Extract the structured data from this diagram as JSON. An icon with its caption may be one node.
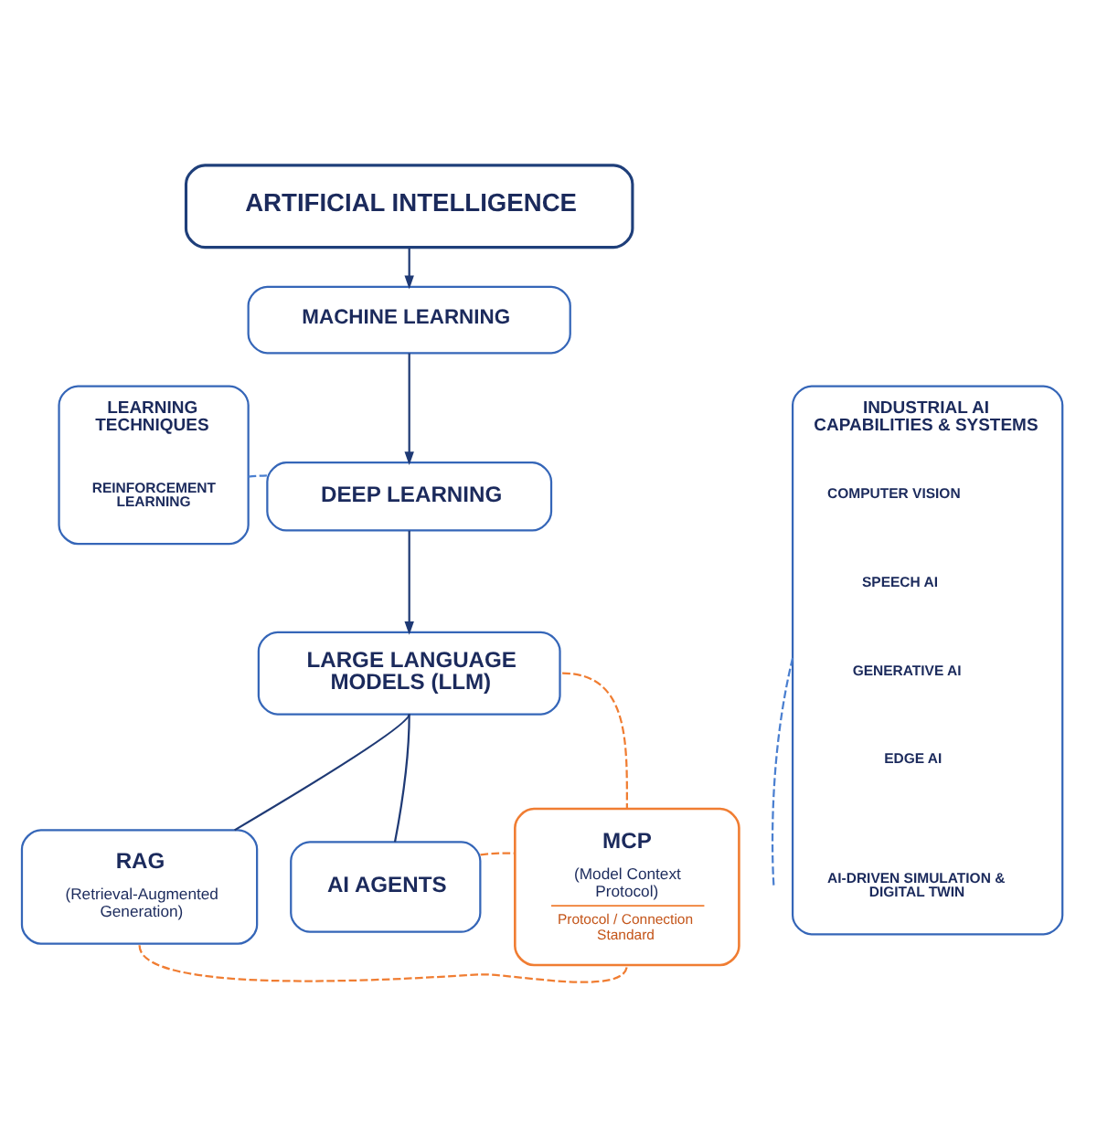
{
  "diagram": {
    "nodes": [
      {
        "text": [
          "ARTIFICIAL INTELLIGENCE"
        ]
      },
      {
        "text": [
          "MACHINE LEARNING"
        ]
      },
      {
        "text": [
          "LEARNING TECHNIQUES"
        ]
      },
      {
        "text": [
          "REINFORCEMENT LEARNING"
        ],
        "in": 2
      },
      {
        "text": [
          "DEEP LEARNING"
        ]
      },
      {
        "text": [
          "INDUSTRIAL AI CAPABILITIES & SYSTEMS"
        ]
      },
      {
        "text": [
          "COMPUTER VISION"
        ],
        "in": 5
      },
      {
        "text": [
          "SPEECH AI"
        ],
        "in": 5
      },
      {
        "text": [
          "GENERATIVE AI"
        ],
        "in": 5
      },
      {
        "text": [
          "EDGE AI"
        ],
        "in": 5
      },
      {
        "text": [
          "AI-DRIVEN SIMULATION & DIGITAL TWIN"
        ],
        "in": 5
      },
      {
        "text": [
          "LARGE LANGUAGE MODELS (LLM)"
        ]
      },
      {
        "text": [
          "RAG",
          "(Retrieval-Augmented Generation)"
        ]
      },
      {
        "text": [
          "AI AGENTS"
        ]
      },
      {
        "text": [
          "MCP",
          "(Model Context Protocol)",
          "Protocol / Connection Standard"
        ]
      }
    ],
    "edges": [
      {
        "from": 0,
        "to": 1,
        "arrow": "to"
      },
      {
        "from": 1,
        "to": 4,
        "arrow": "to"
      },
      {
        "from": 4,
        "to": 11,
        "arrow": "to"
      },
      {
        "from": 2,
        "to": 4,
        "arrow": "none",
        "style": "dashed",
        "color": "#4a7fd0"
      },
      {
        "from": 11,
        "to": 12,
        "arrow": "none"
      },
      {
        "from": 11,
        "to": 13,
        "arrow": "none"
      },
      {
        "from": 11,
        "to": 14,
        "arrow": "none",
        "style": "dashed",
        "color": "#f07d32"
      },
      {
        "from": 12,
        "to": 14,
        "arrow": "none",
        "style": "dashed",
        "color": "#f07d32"
      },
      {
        "from": 13,
        "to": 14,
        "arrow": "none",
        "style": "dashed",
        "color": "#f07d32"
      },
      {
        "from": 5,
        "to": null,
        "arrow": "none",
        "style": "dashed",
        "color": "#4a7fd0"
      }
    ]
  }
}
